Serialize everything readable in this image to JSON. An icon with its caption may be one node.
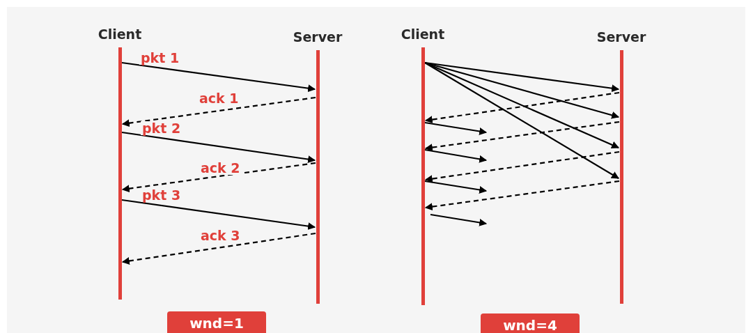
{
  "diagram": {
    "nodes": [
      {
        "text": [
          "Client"
        ]
      },
      {
        "text": [
          "Server"
        ]
      },
      {
        "text": [
          "Client"
        ]
      },
      {
        "text": [
          "Server"
        ]
      },
      {
        "text": [
          "wnd=1"
        ]
      },
      {
        "text": [
          "wnd=4"
        ]
      }
    ],
    "edges": [
      {
        "from": 0,
        "to": 1,
        "arrow": "to",
        "label": "pkt 1"
      },
      {
        "from": 1,
        "to": 0,
        "arrow": "to",
        "label": "ack 1",
        "style": "dashed"
      },
      {
        "from": 0,
        "to": 1,
        "arrow": "to",
        "label": "pkt 2"
      },
      {
        "from": 1,
        "to": 0,
        "arrow": "to",
        "label": "ack 2",
        "style": "dashed"
      },
      {
        "from": 0,
        "to": 1,
        "arrow": "to",
        "label": "pkt 3"
      },
      {
        "from": 1,
        "to": 0,
        "arrow": "to",
        "label": "ack 3",
        "style": "dashed"
      },
      {
        "from": 2,
        "to": 3,
        "arrow": "to"
      },
      {
        "from": 2,
        "to": 3,
        "arrow": "to"
      },
      {
        "from": 2,
        "to": 3,
        "arrow": "to"
      },
      {
        "from": 2,
        "to": 3,
        "arrow": "to"
      },
      {
        "from": 3,
        "to": 2,
        "arrow": "to",
        "style": "dashed"
      },
      {
        "from": 2,
        "to": null,
        "arrow": "to"
      },
      {
        "from": 3,
        "to": 2,
        "arrow": "to",
        "style": "dashed"
      },
      {
        "from": 2,
        "to": null,
        "arrow": "to"
      },
      {
        "from": 3,
        "to": 2,
        "arrow": "to",
        "style": "dashed"
      },
      {
        "from": 2,
        "to": null,
        "arrow": "to"
      },
      {
        "from": 3,
        "to": 2,
        "arrow": "to",
        "style": "dashed"
      },
      {
        "from": 2,
        "to": null,
        "arrow": "to"
      }
    ]
  }
}
